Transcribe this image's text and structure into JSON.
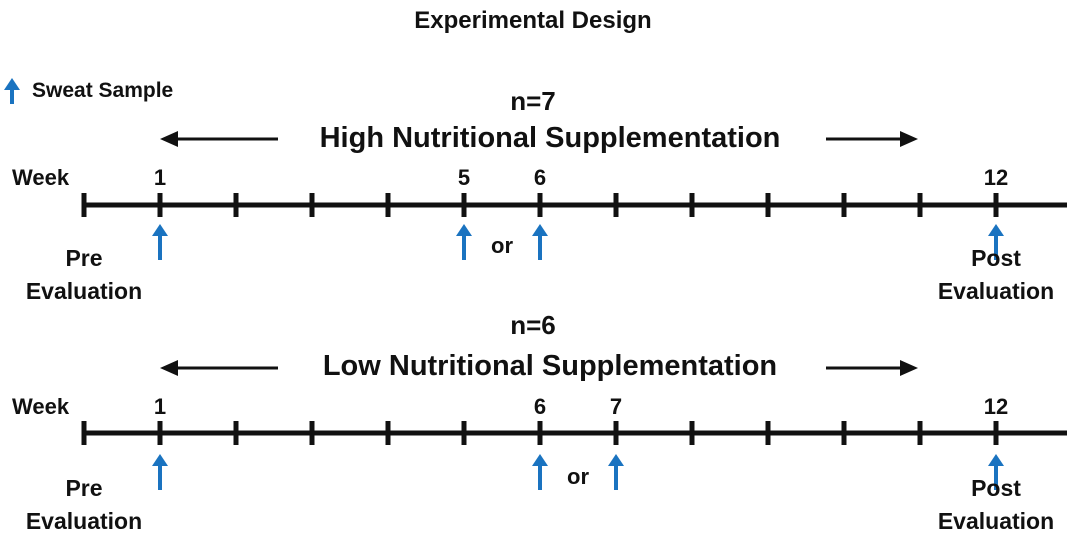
{
  "title": "Experimental Design",
  "legend": {
    "icon": "blue-up-arrow-icon",
    "label": "Sweat Sample"
  },
  "colors": {
    "arrow": "#1a73c0",
    "line": "#111111"
  },
  "timelines": [
    {
      "n_label": "n=7",
      "span_label": "High Nutritional Supplementation",
      "week_label": "Week",
      "week_numbers": [
        "1",
        "5",
        "6",
        "12"
      ],
      "week_positions": [
        1,
        5,
        6,
        12
      ],
      "ticks": [
        0,
        1,
        2,
        3,
        4,
        5,
        6,
        7,
        8,
        9,
        10,
        11,
        12,
        13
      ],
      "sample_weeks": [
        1,
        5,
        6,
        12
      ],
      "or_label": "or",
      "or_between": [
        5,
        6
      ],
      "pre_label": [
        "Pre",
        "Evaluation"
      ],
      "post_label": [
        "Post",
        "Evaluation"
      ]
    },
    {
      "n_label": "n=6",
      "span_label": "Low Nutritional Supplementation",
      "week_label": "Week",
      "week_numbers": [
        "1",
        "6",
        "7",
        "12"
      ],
      "week_positions": [
        1,
        6,
        7,
        12
      ],
      "ticks": [
        0,
        1,
        2,
        3,
        4,
        5,
        6,
        7,
        8,
        9,
        10,
        11,
        12,
        13
      ],
      "sample_weeks": [
        1,
        6,
        7,
        12
      ],
      "or_label": "or",
      "or_between": [
        6,
        7
      ],
      "pre_label": [
        "Pre",
        "Evaluation"
      ],
      "post_label": [
        "Post",
        "Evaluation"
      ]
    }
  ]
}
